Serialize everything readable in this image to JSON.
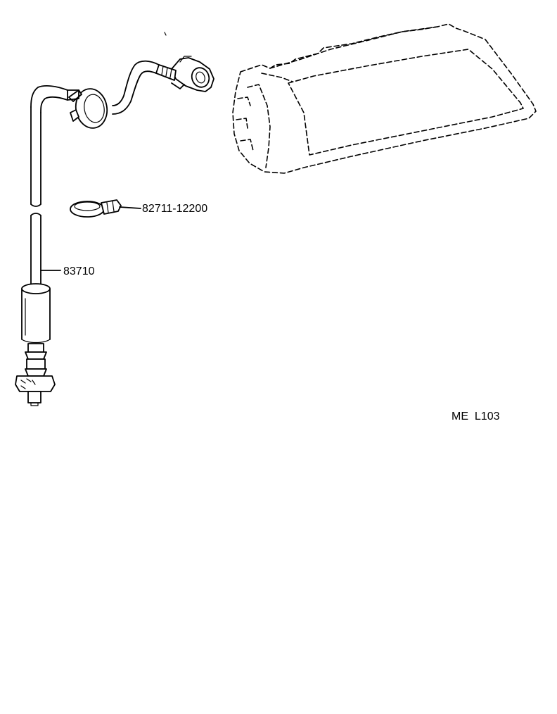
{
  "parts": {
    "cable": {
      "number": "83710"
    },
    "clamp": {
      "number": "82711-12200"
    }
  },
  "figure_code": "ME  L103"
}
